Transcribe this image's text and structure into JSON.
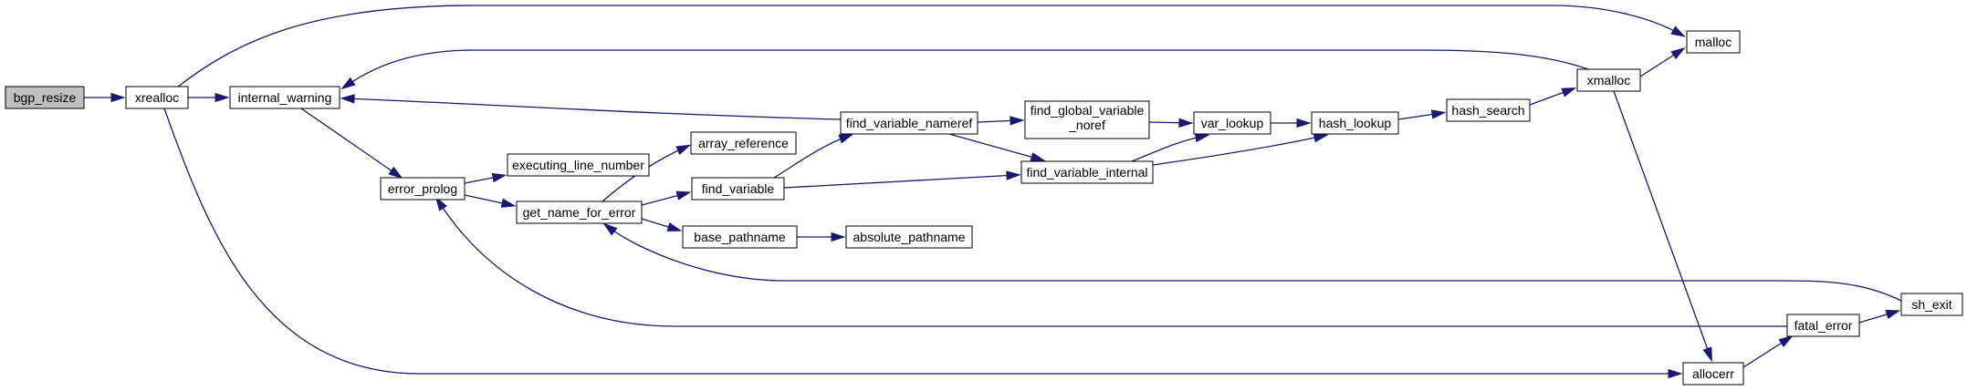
{
  "graph": {
    "edge_color": "#191970",
    "root_fill": "#bfbfbf",
    "nodes": [
      {
        "id": "bgp_resize",
        "label": "bgp_resize",
        "root": true
      },
      {
        "id": "xrealloc",
        "label": "xrealloc"
      },
      {
        "id": "internal_warning",
        "label": "internal_warning"
      },
      {
        "id": "malloc",
        "label": "malloc"
      },
      {
        "id": "allocerr",
        "label": "allocerr"
      },
      {
        "id": "error_prolog",
        "label": "error_prolog"
      },
      {
        "id": "executing_line_number",
        "label": "executing_line_number"
      },
      {
        "id": "get_name_for_error",
        "label": "get_name_for_error"
      },
      {
        "id": "array_reference",
        "label": "array_reference"
      },
      {
        "id": "find_variable",
        "label": "find_variable"
      },
      {
        "id": "base_pathname",
        "label": "base_pathname"
      },
      {
        "id": "absolute_pathname",
        "label": "absolute_pathname"
      },
      {
        "id": "find_variable_nameref",
        "label": "find_variable_nameref"
      },
      {
        "id": "find_global_variable_noref",
        "label": "find_global_variable",
        "label2": "_noref"
      },
      {
        "id": "find_variable_internal",
        "label": "find_variable_internal"
      },
      {
        "id": "var_lookup",
        "label": "var_lookup"
      },
      {
        "id": "hash_lookup",
        "label": "hash_lookup"
      },
      {
        "id": "hash_search",
        "label": "hash_search"
      },
      {
        "id": "xmalloc",
        "label": "xmalloc"
      },
      {
        "id": "fatal_error",
        "label": "fatal_error"
      },
      {
        "id": "sh_exit",
        "label": "sh_exit"
      }
    ],
    "edges": [
      [
        "bgp_resize",
        "xrealloc"
      ],
      [
        "xrealloc",
        "internal_warning"
      ],
      [
        "xrealloc",
        "malloc"
      ],
      [
        "xrealloc",
        "allocerr"
      ],
      [
        "internal_warning",
        "error_prolog"
      ],
      [
        "error_prolog",
        "executing_line_number"
      ],
      [
        "error_prolog",
        "get_name_for_error"
      ],
      [
        "get_name_for_error",
        "array_reference"
      ],
      [
        "get_name_for_error",
        "find_variable"
      ],
      [
        "get_name_for_error",
        "base_pathname"
      ],
      [
        "base_pathname",
        "absolute_pathname"
      ],
      [
        "find_variable",
        "find_variable_nameref"
      ],
      [
        "find_variable",
        "find_variable_internal"
      ],
      [
        "find_variable_nameref",
        "internal_warning"
      ],
      [
        "find_variable_nameref",
        "find_global_variable_noref"
      ],
      [
        "find_variable_nameref",
        "find_variable_internal"
      ],
      [
        "find_global_variable_noref",
        "var_lookup"
      ],
      [
        "find_variable_internal",
        "var_lookup"
      ],
      [
        "find_variable_internal",
        "hash_lookup"
      ],
      [
        "var_lookup",
        "hash_lookup"
      ],
      [
        "hash_lookup",
        "hash_search"
      ],
      [
        "hash_search",
        "xmalloc"
      ],
      [
        "xmalloc",
        "malloc"
      ],
      [
        "xmalloc",
        "internal_warning"
      ],
      [
        "xmalloc",
        "allocerr"
      ],
      [
        "allocerr",
        "fatal_error"
      ],
      [
        "fatal_error",
        "error_prolog"
      ],
      [
        "fatal_error",
        "sh_exit"
      ],
      [
        "sh_exit",
        "get_name_for_error"
      ]
    ]
  }
}
